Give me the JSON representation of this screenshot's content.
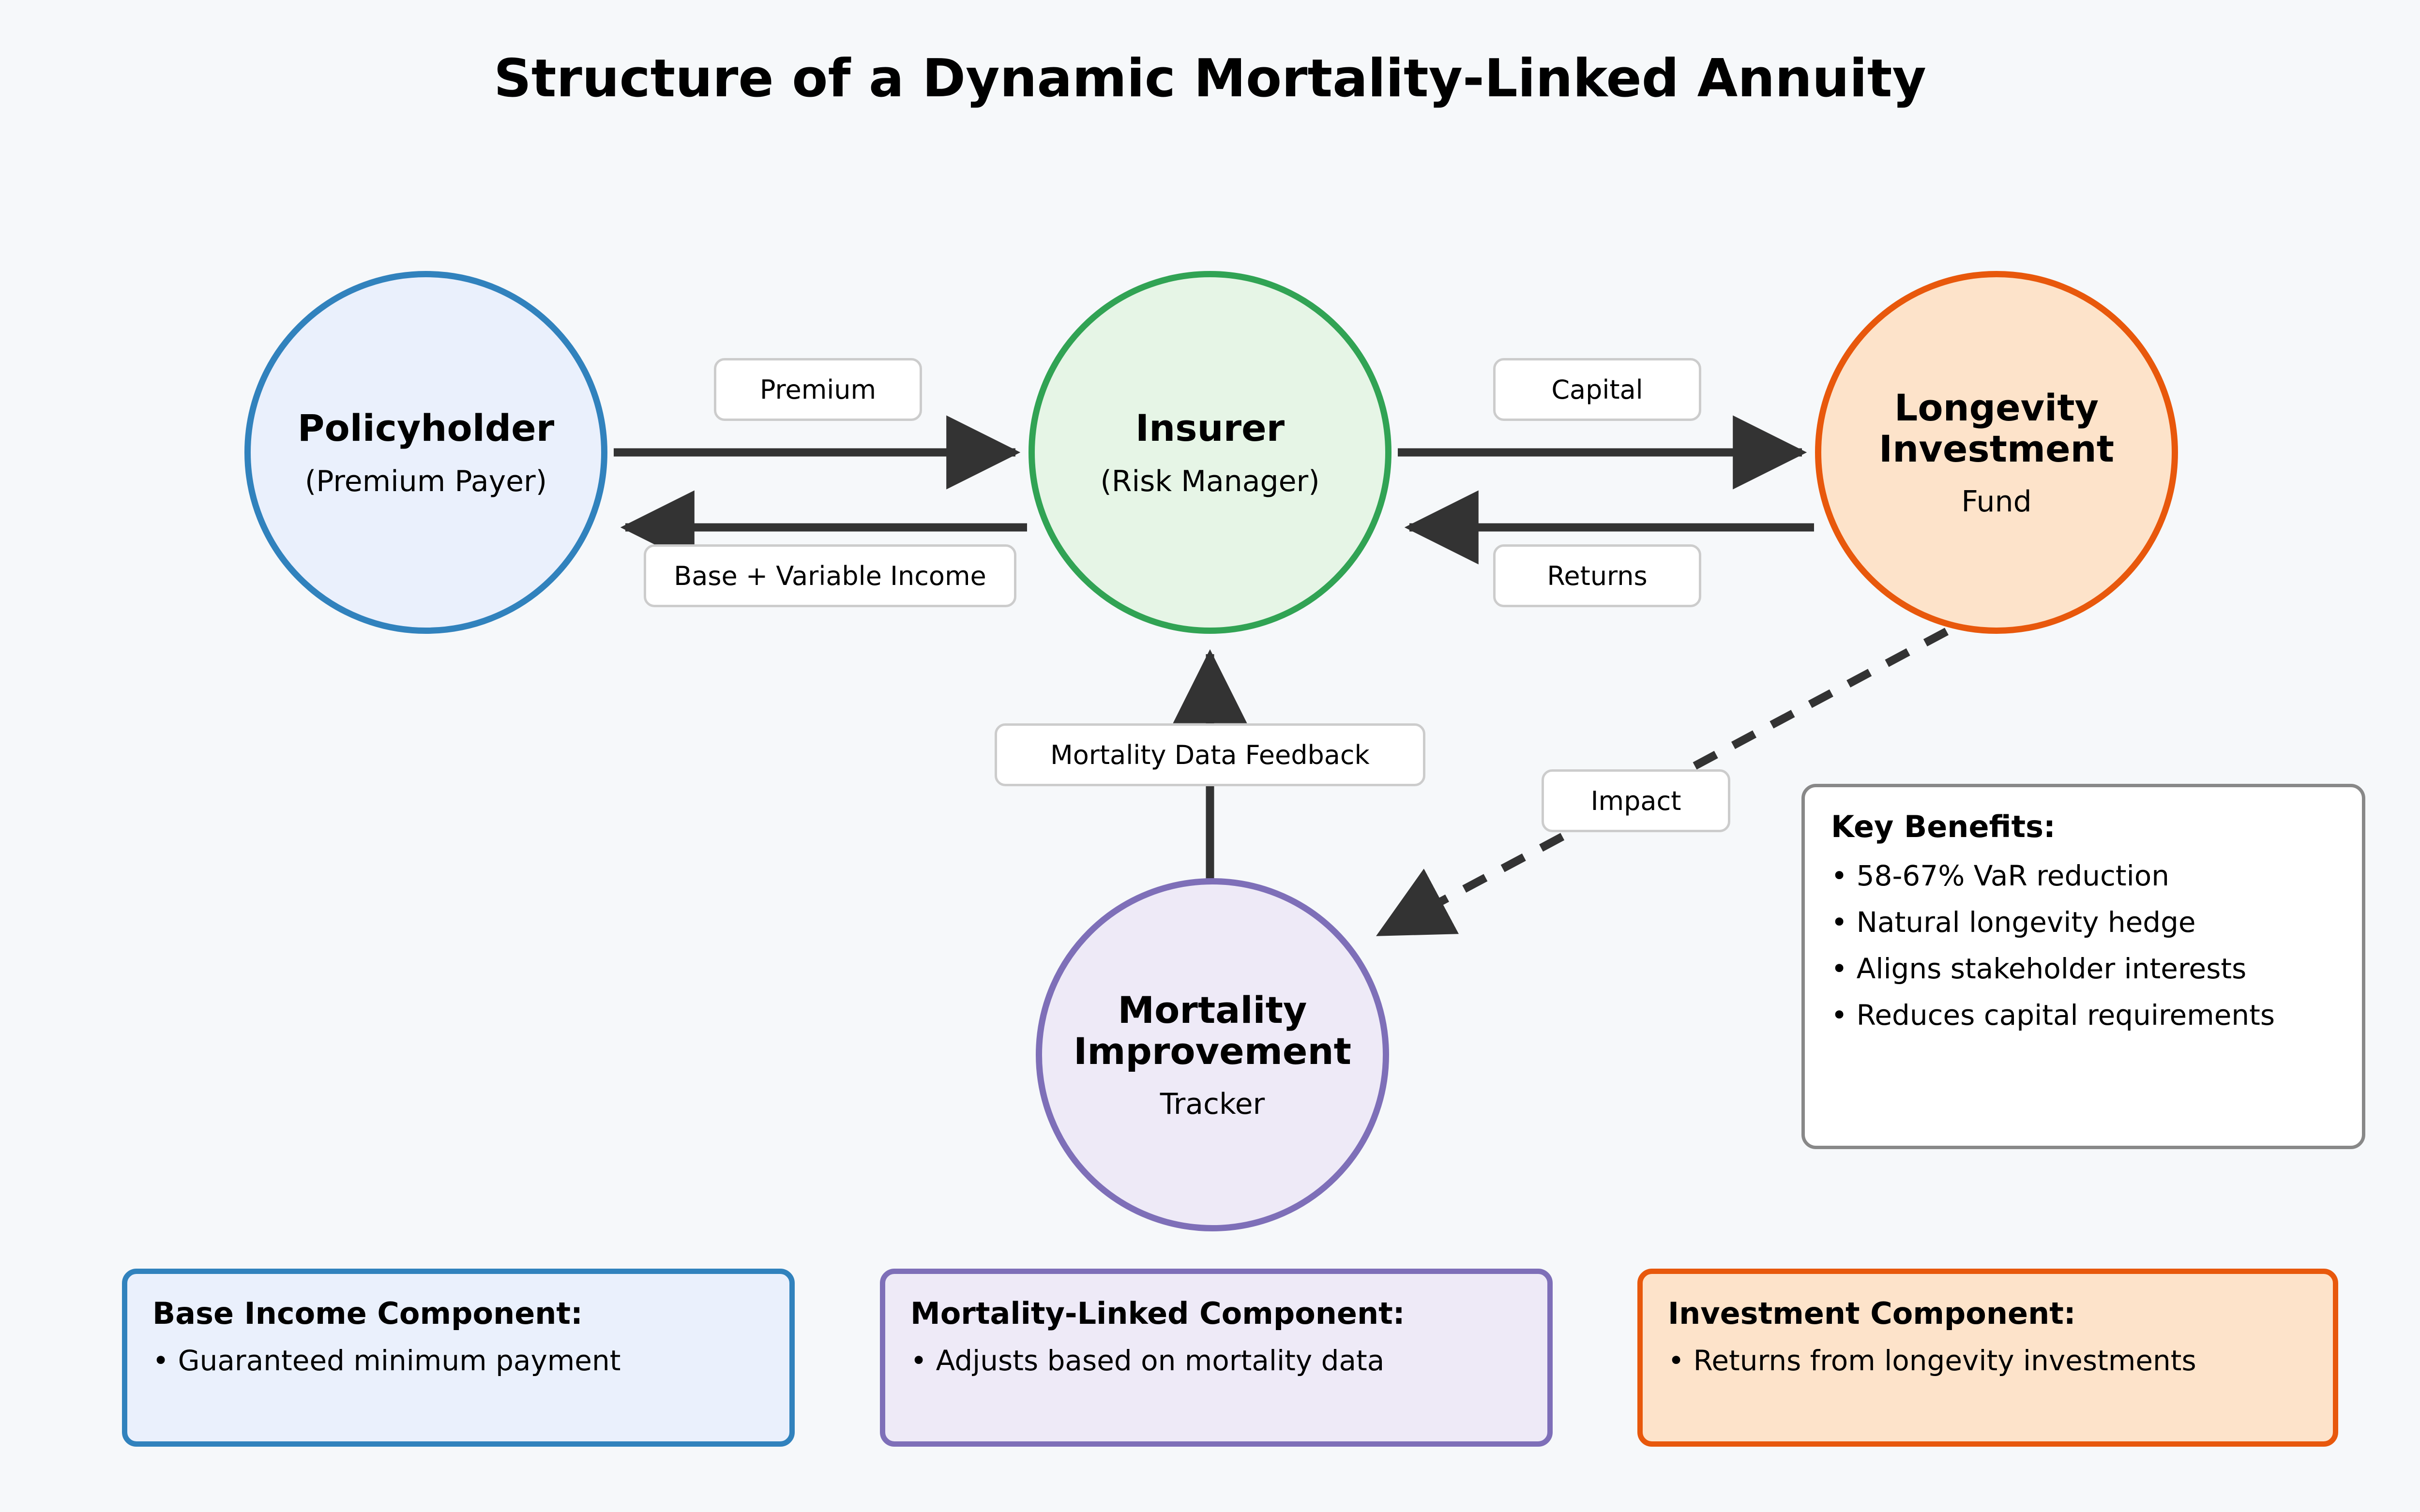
{
  "title": "Structure of a Dynamic Mortality-Linked Annuity",
  "nodes": {
    "policyholder": {
      "title": "Policyholder",
      "subtitle": "(Premium Payer)",
      "color": "#3182bd",
      "fill": "#eaf0fc"
    },
    "insurer": {
      "title": "Insurer",
      "subtitle": "(Risk Manager)",
      "color": "#31a354",
      "fill": "#e6f5e6"
    },
    "longevity": {
      "title": "Longevity Investment",
      "subtitle": "Fund",
      "color": "#e8580c",
      "fill": "#fde3ca"
    },
    "mortality": {
      "title": "Mortality Improvement",
      "subtitle": "Tracker",
      "color": "#7e6fb8",
      "fill": "#eeeaf7"
    }
  },
  "edges": {
    "premium": {
      "label": "Premium",
      "from": "policyholder",
      "to": "insurer",
      "style": "solid"
    },
    "income": {
      "label": "Base + Variable Income",
      "from": "insurer",
      "to": "policyholder",
      "style": "solid"
    },
    "capital": {
      "label": "Capital",
      "from": "insurer",
      "to": "longevity",
      "style": "solid"
    },
    "returns": {
      "label": "Returns",
      "from": "longevity",
      "to": "insurer",
      "style": "solid"
    },
    "feedback": {
      "label": "Mortality Data Feedback",
      "from": "mortality",
      "to": "insurer",
      "style": "solid"
    },
    "impact": {
      "label": "Impact",
      "from": "longevity",
      "to": "mortality",
      "style": "dashed"
    }
  },
  "benefits": {
    "title": "Key Benefits:",
    "items": [
      "58-67% VaR reduction",
      "Natural longevity hedge",
      "Aligns stakeholder interests",
      "Reduces capital requirements"
    ]
  },
  "components": {
    "base": {
      "title": "Base Income Component:",
      "items": [
        "Guaranteed minimum payment"
      ]
    },
    "mortality": {
      "title": "Mortality-Linked Component:",
      "items": [
        "Adjusts based on mortality data"
      ]
    },
    "investment": {
      "title": "Investment Component:",
      "items": [
        "Returns from longevity investments"
      ]
    }
  },
  "palette": {
    "background": "#f6f8fa",
    "arrow": "#333333",
    "label_border": "#cccccc",
    "panel_border": "#888888"
  }
}
